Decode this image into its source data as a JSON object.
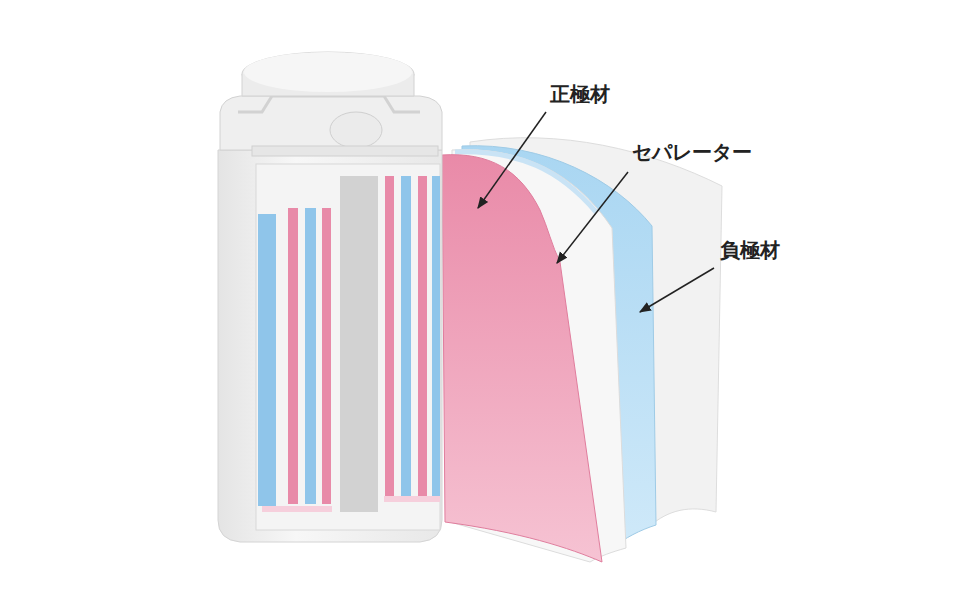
{
  "diagram": {
    "labels": [
      "正極材",
      "セパレーター",
      "負極材"
    ]
  }
}
